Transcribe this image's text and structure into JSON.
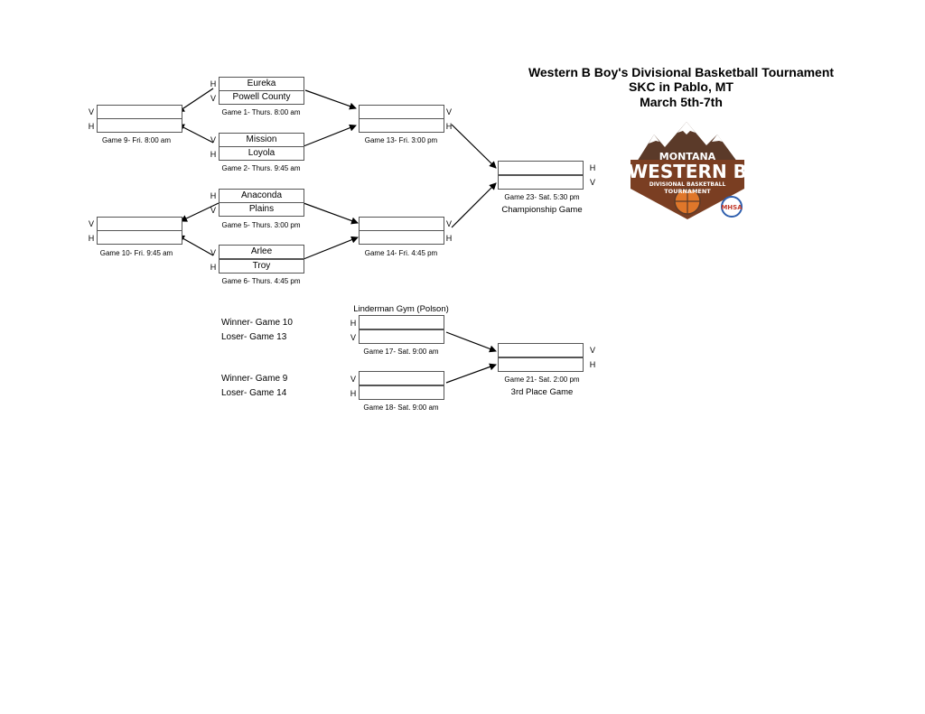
{
  "title": {
    "line1": "Western B Boy's Divisional Basketball Tournament",
    "line2": "SKC in Pablo, MT",
    "line3": "March 5th-7th"
  },
  "logo": {
    "line1": "MONTANA",
    "line2": "WESTERN B",
    "line3": "DIVISIONAL BASKETBALL",
    "line4": "TOURNAMENT",
    "badge": "MHSA",
    "colors": {
      "brown": "#7a3e22",
      "orange": "#e0772a",
      "mountain": "#5b3a29",
      "blue": "#2f5fae",
      "red": "#c0392b"
    }
  },
  "games": {
    "g1": {
      "caption": "Game 1- Thurs. 8:00 am",
      "top": "Eureka",
      "bottom": "Powell County",
      "top_side": "H",
      "bottom_side": "V"
    },
    "g2": {
      "caption": "Game 2- Thurs. 9:45 am",
      "top": "Mission",
      "bottom": "Loyola",
      "top_side": "V",
      "bottom_side": "H"
    },
    "g5": {
      "caption": "Game 5- Thurs. 3:00 pm",
      "top": "Anaconda",
      "bottom": "Plains",
      "top_side": "H",
      "bottom_side": "V"
    },
    "g6": {
      "caption": "Game 6- Thurs. 4:45 pm",
      "top": "Arlee",
      "bottom": "Troy",
      "top_side": "V",
      "bottom_side": "H"
    },
    "g9": {
      "caption": "Game 9- Fri. 8:00 am",
      "top_side": "V",
      "bottom_side": "H"
    },
    "g10": {
      "caption": "Game 10- Fri. 9:45 am",
      "top_side": "V",
      "bottom_side": "H"
    },
    "g13": {
      "caption": "Game 13- Fri. 3:00 pm",
      "top_side": "V",
      "bottom_side": "H"
    },
    "g14": {
      "caption": "Game 14- Fri. 4:45 pm",
      "top_side": "V",
      "bottom_side": "H"
    },
    "g23": {
      "caption": "Game 23- Sat. 5:30 pm",
      "subtitle": "Championship Game",
      "top_side": "H",
      "bottom_side": "V"
    },
    "g17": {
      "caption": "Game 17- Sat. 9:00 am",
      "venue": "Linderman Gym (Polson)",
      "top_side": "H",
      "bottom_side": "V",
      "top_source": "Winner- Game 10",
      "bottom_source": "Loser- Game 13"
    },
    "g18": {
      "caption": "Game 18- Sat. 9:00 am",
      "top_side": "V",
      "bottom_side": "H",
      "top_source": "Winner- Game 9",
      "bottom_source": "Loser- Game 14"
    },
    "g21": {
      "caption": "Game 21- Sat. 2:00 pm",
      "subtitle": "3rd Place Game",
      "top_side": "V",
      "bottom_side": "H"
    }
  }
}
